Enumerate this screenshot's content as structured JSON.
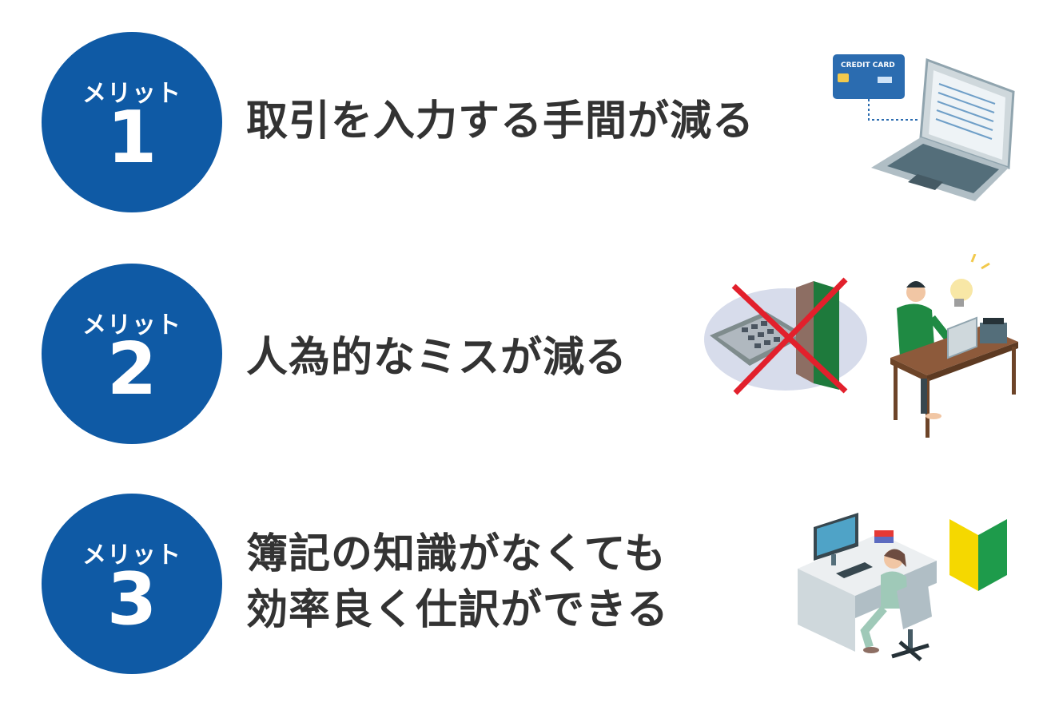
{
  "colors": {
    "badge": "#0f5aa5",
    "text": "#333333",
    "cross": "#e2202c"
  },
  "merits": [
    {
      "label": "メリット",
      "number": "1",
      "title_lines": [
        "取引を入力する手間が減る"
      ]
    },
    {
      "label": "メリット",
      "number": "2",
      "title_lines": [
        "人為的なミスが減る"
      ]
    },
    {
      "label": "メリット",
      "number": "3",
      "title_lines": [
        "簿記の知識がなくても",
        "効率良く仕訳ができる"
      ]
    }
  ],
  "illustration1": {
    "card_text": "CREDIT CARD"
  }
}
